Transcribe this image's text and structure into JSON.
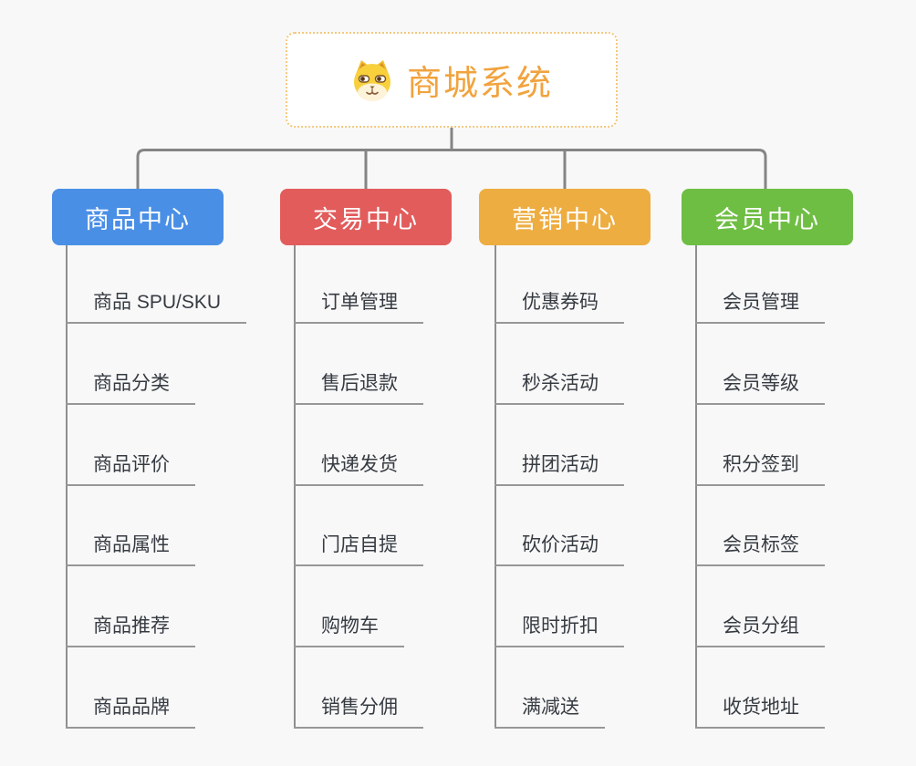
{
  "page": {
    "background_color": "#f8f8f8",
    "connector_color": "#858585"
  },
  "root": {
    "title": "商城系统",
    "icon": "dog-icon",
    "text_color": "#f1a33e",
    "border_color": "#f2c87f",
    "background": "#ffffff"
  },
  "branches": [
    {
      "label": "商品中心",
      "color": "#4a8fe6",
      "items": [
        "商品 SPU/SKU",
        "商品分类",
        "商品评价",
        "商品属性",
        "商品推荐",
        "商品品牌"
      ]
    },
    {
      "label": "交易中心",
      "color": "#e25c5c",
      "items": [
        "订单管理",
        "售后退款",
        "快递发货",
        "门店自提",
        "购物车",
        "销售分佣"
      ]
    },
    {
      "label": "营销中心",
      "color": "#edad41",
      "items": [
        "优惠券码",
        "秒杀活动",
        "拼团活动",
        "砍价活动",
        "限时折扣",
        "满减送"
      ]
    },
    {
      "label": "会员中心",
      "color": "#6fbe44",
      "items": [
        "会员管理",
        "会员等级",
        "积分签到",
        "会员标签",
        "会员分组",
        "收货地址"
      ]
    }
  ]
}
